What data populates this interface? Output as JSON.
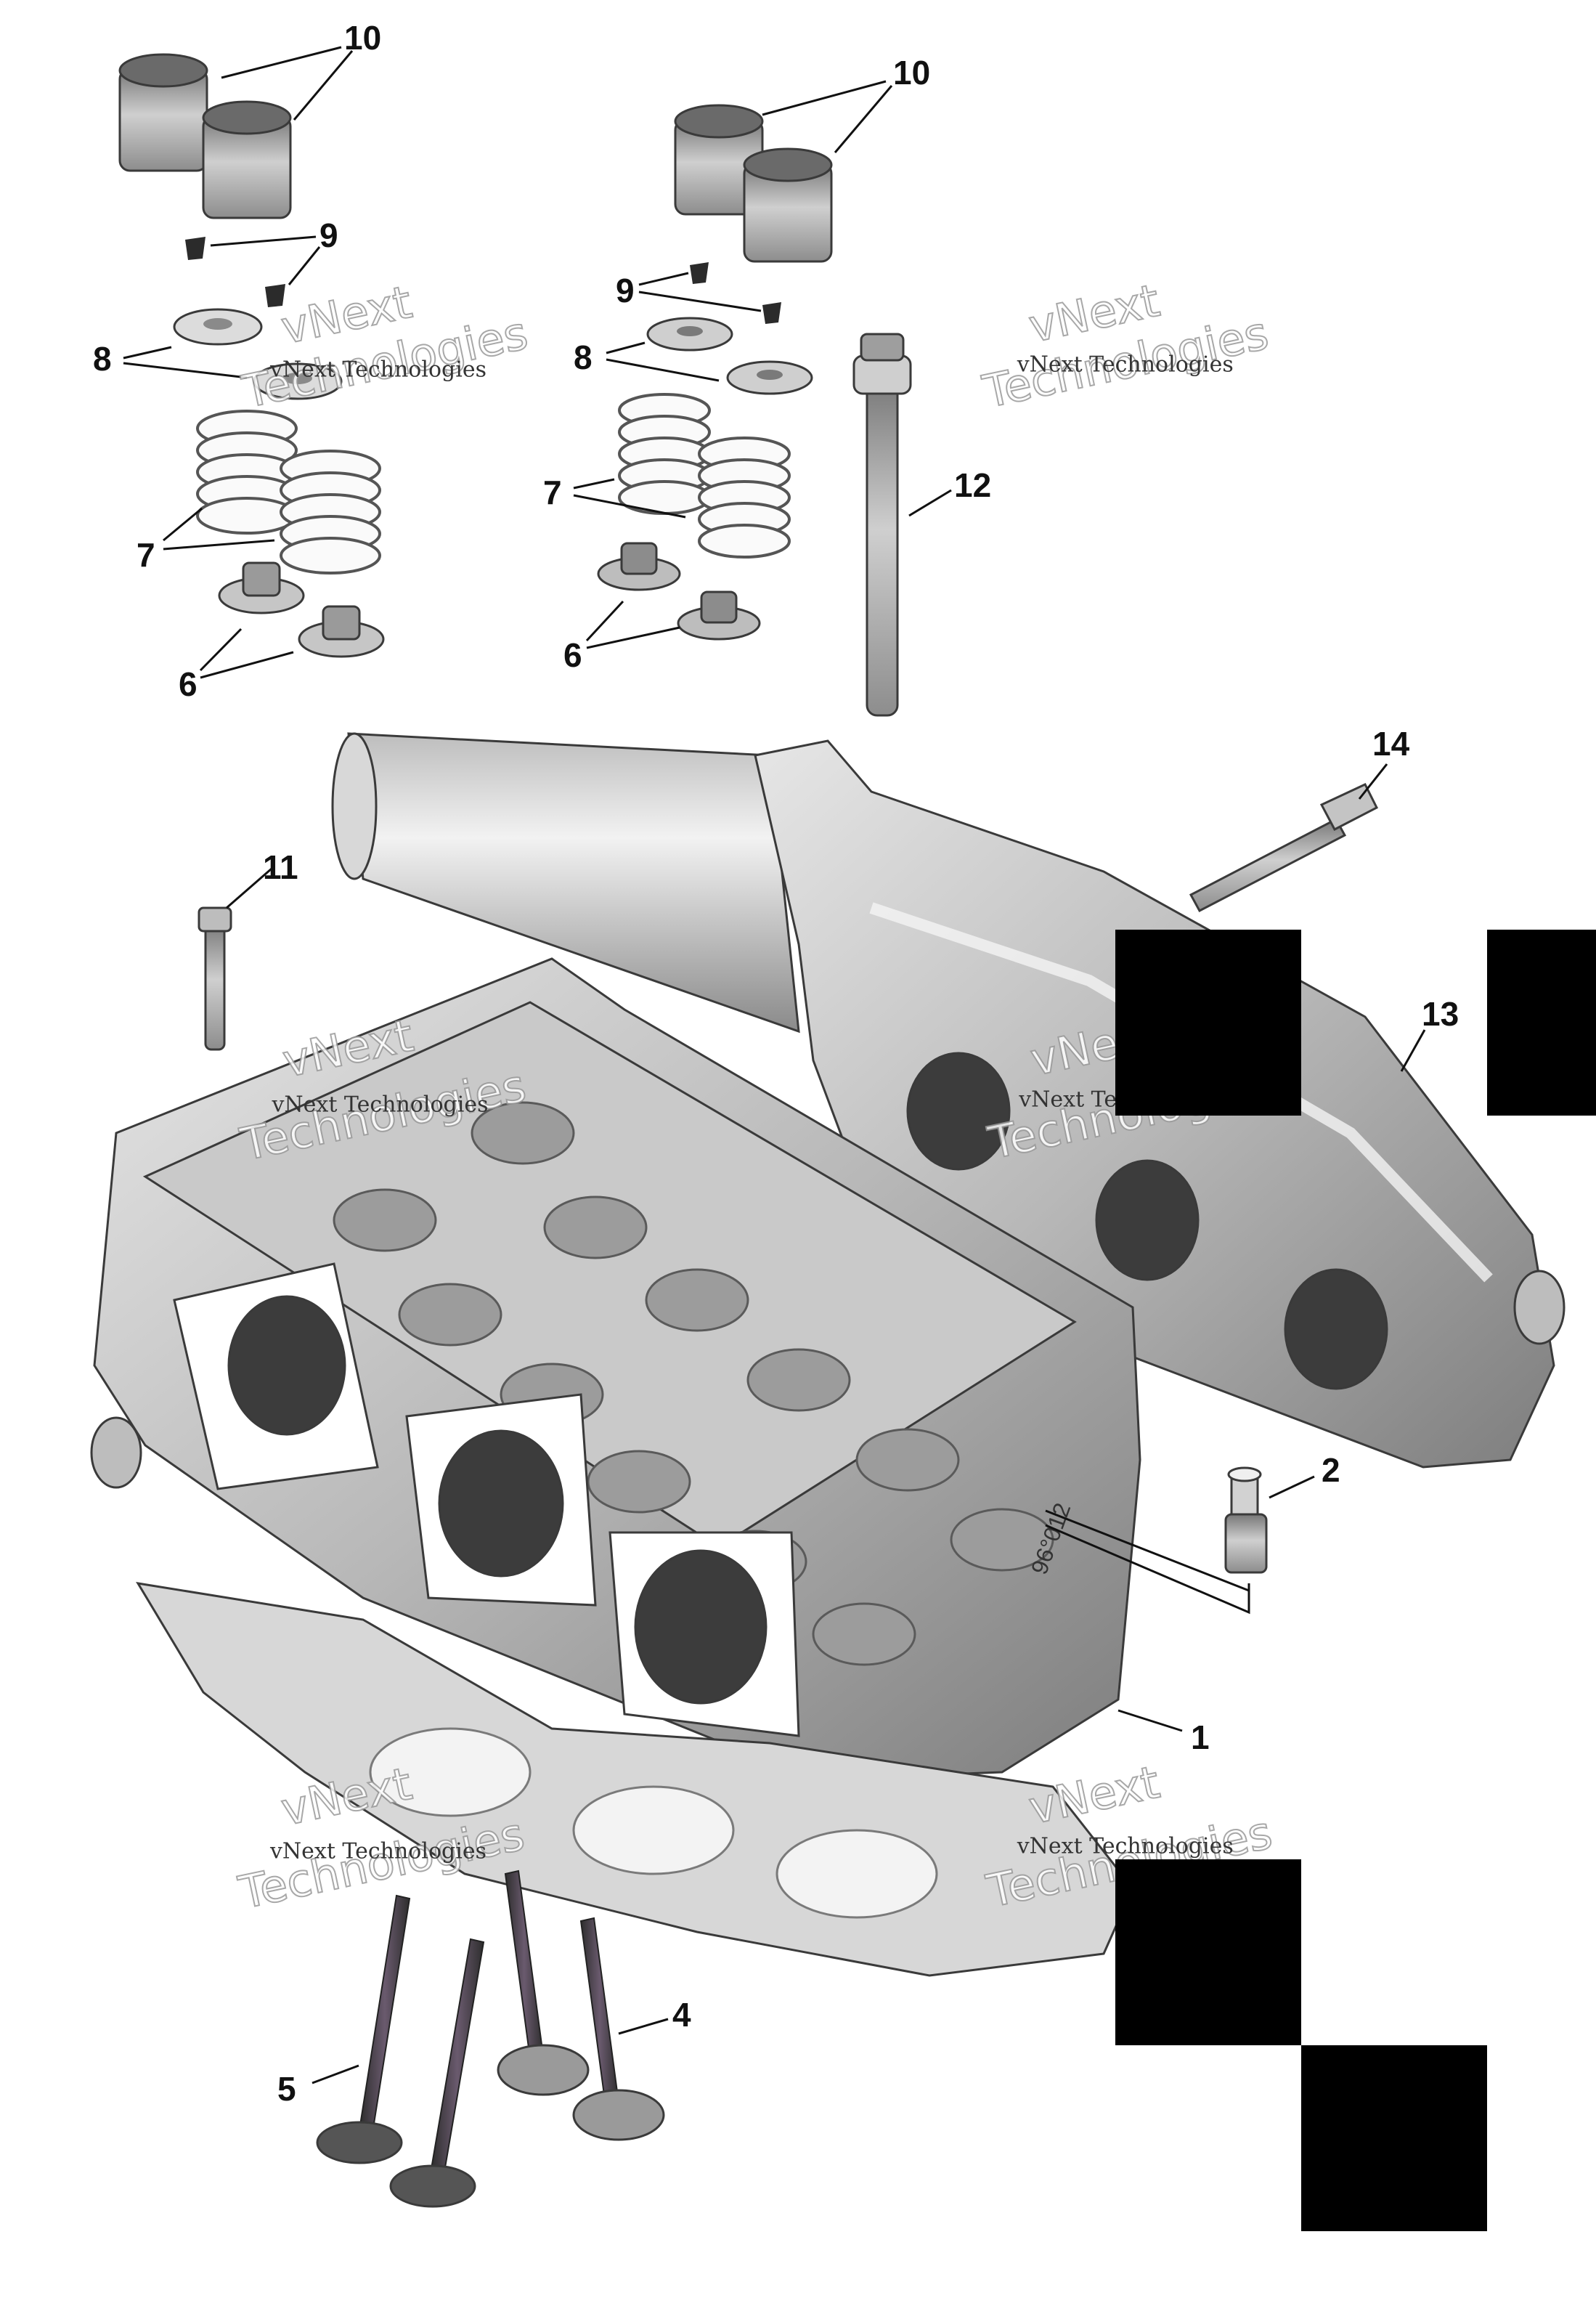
{
  "callouts": {
    "c1": "1",
    "c2": "2",
    "c4": "4",
    "c5": "5",
    "c6a": "6",
    "c6b": "6",
    "c7a": "7",
    "c7b": "7",
    "c8a": "8",
    "c8b": "8",
    "c9a": "9",
    "c9b": "9",
    "c10a": "10",
    "c10b": "10",
    "c11": "11",
    "c12": "12",
    "c13": "13",
    "c14": "14"
  },
  "watermark": {
    "line_small": "vNext Technologies",
    "line_big_1": "vNext",
    "line_big_2": "Technologies"
  },
  "part_stamp": "96°012",
  "colors": {
    "metal_light": "#d4d4d4",
    "metal_mid": "#a9a9a9",
    "metal_dark": "#6e6e6e",
    "port_dark": "#3c3c3c",
    "gasket": "#cfcfcf",
    "redaction": "#000000"
  }
}
